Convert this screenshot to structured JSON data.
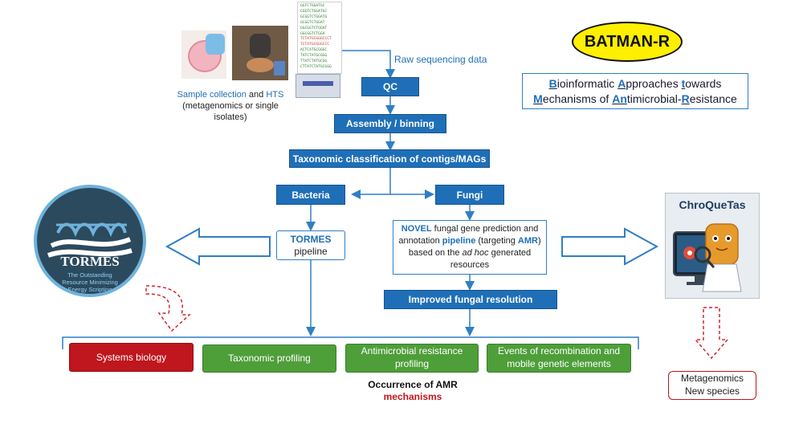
{
  "colors": {
    "accent_blue": "#1f6fb8",
    "green": "#4e9e3a",
    "red": "#c0161d",
    "yellow": "#ffef00"
  },
  "badge": {
    "title": "BATMAN-R"
  },
  "acronym": {
    "l1": {
      "a": "B",
      "b": "ioinformatic ",
      "c": "A",
      "d": "pproaches ",
      "e": "t",
      "f": "owards"
    },
    "l2": {
      "a": "M",
      "b": "echanisms of ",
      "c": "An",
      "d": "timicrobial-",
      "e": "R",
      "f": "esistance"
    }
  },
  "sample": {
    "a": "Sample collection",
    "b": " and ",
    "c": "HTS",
    "d": "(metagenomics or single isolates)"
  },
  "raw_label": "Raw sequencing data",
  "sequence_rows": [
    "GGTCTGGATGC",
    "CGGTCTGGATGC",
    "GCGGTCTGGATG",
    "GCGGTCTGGAT",
    "GGCGGTCTGGAT",
    "GGCGGTCTGGA",
    "TCTATGCGGGCCCT",
    "TCTATGCGGGCCC",
    "ACTCATGCGGGC",
    "TATCTATGCGGG",
    "TTATCTATGCGG",
    "CTTATCTATGCGGG"
  ],
  "flow": {
    "qc": "QC",
    "assembly": "Assembly / binning",
    "taxonomic": "Taxonomic classification of contigs/MAGs",
    "bacteria": "Bacteria",
    "fungi": "Fungi",
    "tormes_l1": "TORMES",
    "tormes_l2": "pipeline",
    "novel": {
      "a": "NOVEL",
      "b": " fungal gene prediction and annotation ",
      "c": "pipeline",
      "d": " (targeting ",
      "e": "AMR",
      "f": ") based on the ",
      "g": "ad hoc",
      "h": " generated resources"
    },
    "improved": "Improved fungal resolution"
  },
  "outputs": {
    "systems": "Systems biology",
    "taxprof": "Taxonomic profiling",
    "amr": "Antimicrobial resistance profiling",
    "events": "Events of recombination and mobile genetic elements"
  },
  "occurrence": {
    "l1": "Occurrence of AMR",
    "l2": "mechanisms"
  },
  "tormes_logo": {
    "name": "TORMES",
    "tagline": "The Outstanding Resource Minimizing Energy Scripting"
  },
  "chroquetas": {
    "name": "ChroQueTas"
  },
  "meta": {
    "l1": "Metagenomics",
    "l2": "New species"
  }
}
